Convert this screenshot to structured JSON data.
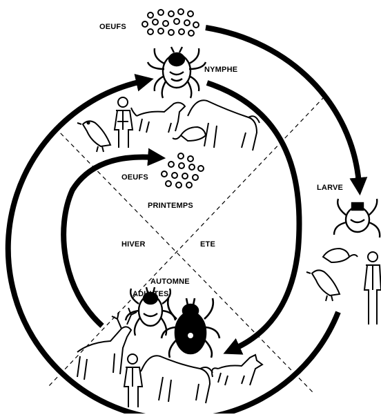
{
  "diagram": {
    "labels": {
      "eggs_top": "OEUFS",
      "nymph": "NYMPHE",
      "larva": "LARVE",
      "eggs_inner": "OEUFS",
      "spring": "PRINTEMPS",
      "winter": "HIVER",
      "summer": "ETE",
      "autumn": "AUTOMNE",
      "adults": "ADULTES"
    },
    "icons": [
      "egg-cluster-icon",
      "tick-nymph-icon",
      "tick-larva-icon",
      "tick-adult-icon",
      "tick-engorged-female-icon",
      "bird-icon",
      "human-icon",
      "dog-icon",
      "horse-icon",
      "rodent-icon",
      "deer-icon",
      "fox-icon"
    ],
    "colors": {
      "ink": "#000000",
      "paper": "#ffffff"
    }
  }
}
